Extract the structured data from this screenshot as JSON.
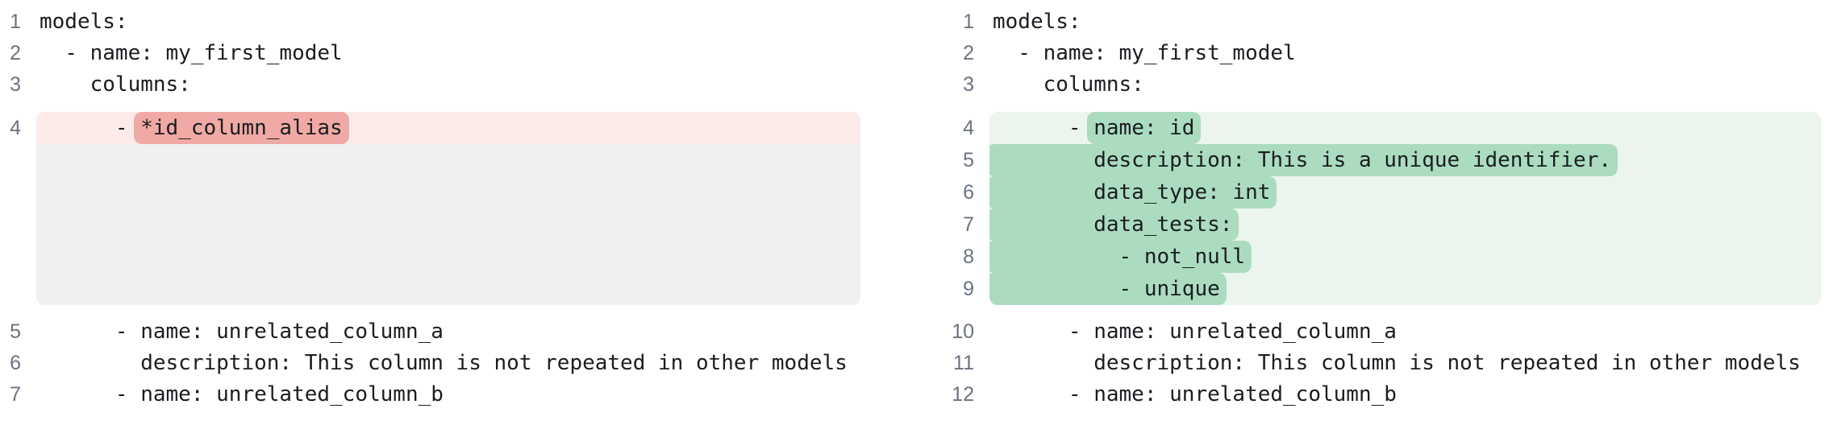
{
  "colors": {
    "removed_row_bg": "#fcebe9",
    "removed_token_bg": "#f0a9a4",
    "added_row_bg": "#ebf5ee",
    "added_token_bg": "#abdcc0",
    "filler_bg": "#eef0f1",
    "line_number": "#6b7280",
    "code_text": "#1a1d21"
  },
  "left": {
    "rows": [
      {
        "num": "1",
        "text": "models:"
      },
      {
        "num": "2",
        "text": "  - name: my_first_model"
      },
      {
        "num": "3",
        "text": "    columns:"
      },
      {
        "num": "4",
        "pre": "      - ",
        "token": "*id_column_alias",
        "change": "removed"
      },
      {
        "num": "5",
        "text": "      - name: unrelated_column_a"
      },
      {
        "num": "6",
        "text": "        description: This column is not repeated in other models"
      },
      {
        "num": "7",
        "text": "      - name: unrelated_column_b"
      }
    ]
  },
  "right": {
    "rows": [
      {
        "num": "1",
        "text": "models:"
      },
      {
        "num": "2",
        "text": "  - name: my_first_model"
      },
      {
        "num": "3",
        "text": "    columns:"
      },
      {
        "num": "4",
        "pre": "      - ",
        "token": "name: id",
        "change": "added"
      },
      {
        "num": "5",
        "pre": "",
        "token": "        description: This is a unique identifier.",
        "change": "added"
      },
      {
        "num": "6",
        "pre": "",
        "token": "        data_type: int",
        "change": "added"
      },
      {
        "num": "7",
        "pre": "",
        "token": "        data_tests:",
        "change": "added"
      },
      {
        "num": "8",
        "pre": "",
        "token": "          - not_null",
        "change": "added"
      },
      {
        "num": "9",
        "pre": "",
        "token": "          - unique",
        "change": "added"
      },
      {
        "num": "10",
        "text": "      - name: unrelated_column_a"
      },
      {
        "num": "11",
        "text": "        description: This column is not repeated in other models"
      },
      {
        "num": "12",
        "text": "      - name: unrelated_column_b"
      }
    ]
  }
}
